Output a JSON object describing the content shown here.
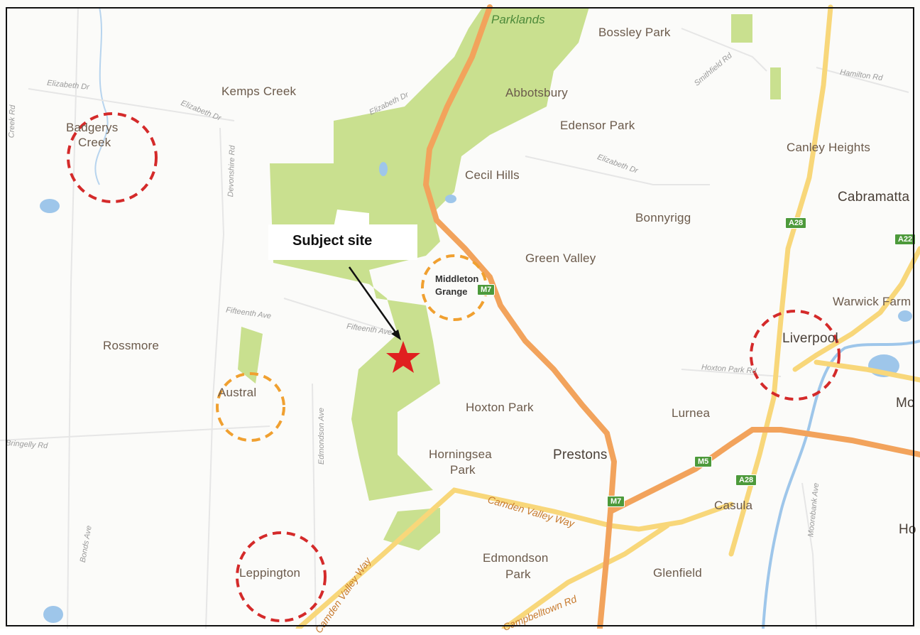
{
  "callout": {
    "text": "Subject site"
  },
  "suburbs": {
    "kemps_creek": "Kemps Creek",
    "badgerys_line1": "Badgerys",
    "badgerys_line2": "Creek",
    "abbotsbury": "Abbotsbury",
    "bossley_park": "Bossley Park",
    "edensor_park": "Edensor Park",
    "cecil_hills": "Cecil Hills",
    "canley_heights": "Canley Heights",
    "cabramatta": "Cabramatta",
    "bonnyrigg": "Bonnyrigg",
    "green_valley": "Green Valley",
    "middleton_line1": "Middleton",
    "middleton_line2": "Grange",
    "warwick_farm": "Warwick Farm",
    "liverpool": "Liverpool",
    "rossmore": "Rossmore",
    "austral": "Austral",
    "hoxton_park": "Hoxton Park",
    "lurnea": "Lurnea",
    "horningsea_line1": "Horningsea",
    "horningsea_line2": "Park",
    "prestons": "Prestons",
    "casula": "Casula",
    "leppington": "Leppington",
    "edmondson_line1": "Edmondson",
    "edmondson_line2": "Park",
    "glenfield": "Glenfield",
    "parklands": "Parklands",
    "mo": "Mo",
    "ho": "Ho"
  },
  "streets": {
    "elizabeth_dr_1": "Elizabeth Dr",
    "elizabeth_dr_2": "Elizabeth Dr",
    "elizabeth_dr_3": "Elizabeth Dr",
    "elizabeth_dr_4": "Elizabeth Dr",
    "smithfield_rd": "Smithfield Rd",
    "hamilton_rd": "Hamilton Rd",
    "devonshire_rd": "Devonshire Rd",
    "creek_rd": "Creek Rd",
    "fifteenth_ave_1": "Fifteenth Ave",
    "fifteenth_ave_2": "Fifteenth Ave",
    "edmondson_ave": "Edmondson Ave",
    "hoxton_park_rd": "Hoxton Park Rd",
    "bringelly_rd": "Bringelly Rd",
    "camden_valley_way": "Camden Valley Way",
    "camden_valley_way_2": "Camden Valley Way",
    "moorebank_ave": "Moorebank Ave",
    "bonds_ave": "Bonds Ave",
    "campbelltown_rd": "Campbelltown Rd"
  },
  "shields": {
    "a28_1": "A28",
    "a28_2": "A28",
    "a22": "A22",
    "m7_1": "M7",
    "m7_2": "M7",
    "m5": "M5"
  },
  "colors": {
    "park": "#c7df8c",
    "motorway": "#f2a35c",
    "major_road": "#f8d77a",
    "water": "#9ec6ea",
    "circle_red": "#d42a2a",
    "circle_orange": "#f0a030",
    "star": "#e02020"
  }
}
